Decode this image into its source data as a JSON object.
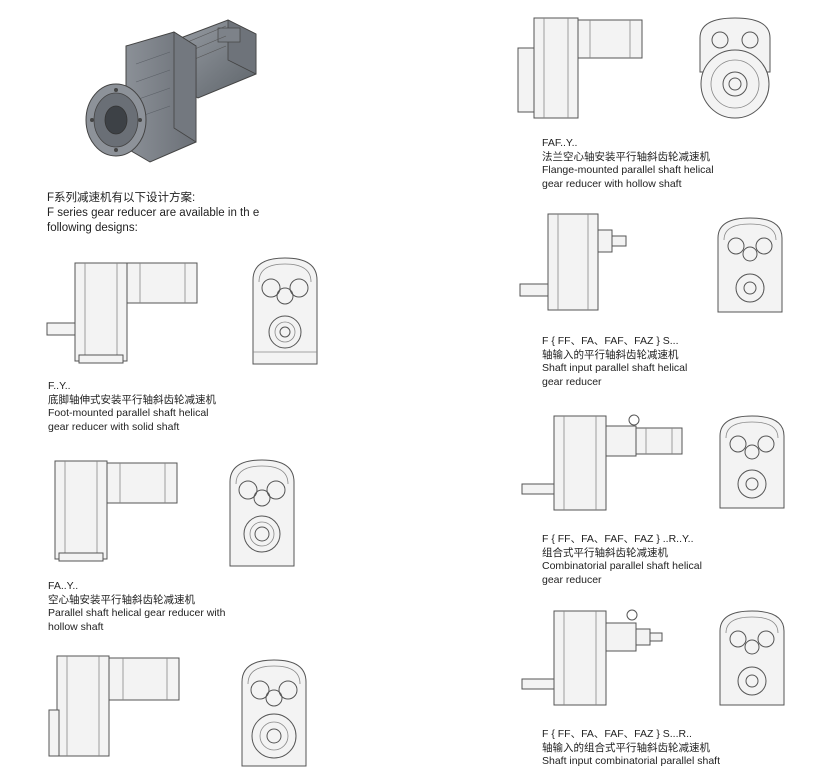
{
  "intro": {
    "line_cn": "F系列减速机有以下设计方案:",
    "line_en_1": "F series gear reducer are available in th e",
    "line_en_2": "following designs:"
  },
  "designs": [
    {
      "code": "F..Y..",
      "cn": "底脚轴伸式安装平行轴斜齿轮减速机",
      "en_1": "Foot-mounted parallel shaft helical",
      "en_2": "gear reducer with solid shaft"
    },
    {
      "code": "FA..Y..",
      "cn": "空心轴安装平行轴斜齿轮减速机",
      "en_1": "Parallel shaft helical gear reducer with",
      "en_2": "hollow shaft"
    },
    {
      "code": "FAF..Y..",
      "cn": "法兰空心轴安装平行轴斜齿轮减速机",
      "en_1": "Flange-mounted parallel shaft helical",
      "en_2": "gear reducer with hollow shaft"
    },
    {
      "code": "F { FF、FA、FAF、FAZ } S...",
      "cn": "轴输入的平行轴斜齿轮减速机",
      "en_1": "Shaft input parallel shaft helical",
      "en_2": "gear reducer"
    },
    {
      "code": "F { FF、FA、FAF、FAZ } ..R..Y..",
      "cn": "组合式平行轴斜齿轮减速机",
      "en_1": "Combinatorial parallel shaft helical",
      "en_2": "gear reducer"
    },
    {
      "code": "F { FF、FA、FAF、FAZ } S...R..",
      "cn": "轴输入的组合式平行轴斜齿轮减速机",
      "en_1": "Shaft input combinatorial parallel shaft",
      "en_2": ""
    }
  ]
}
